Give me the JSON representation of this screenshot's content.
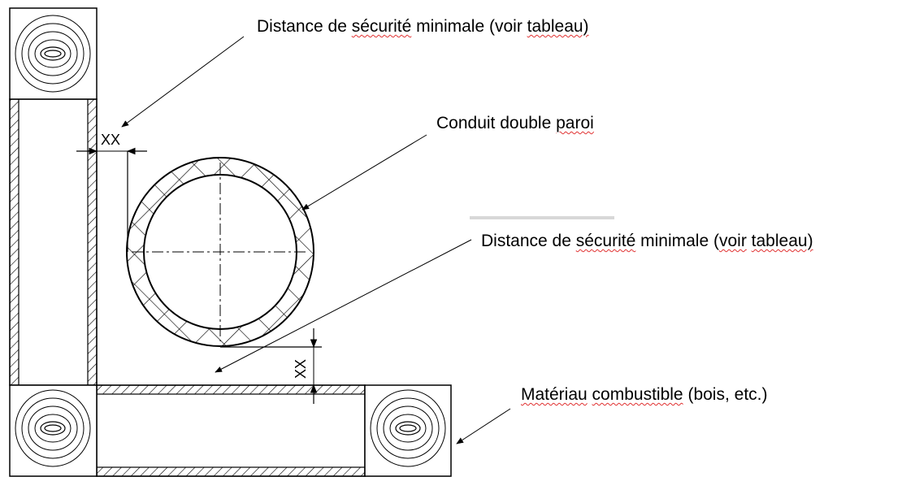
{
  "labels": {
    "distance_top": {
      "w1": "Distance de",
      "w2": "sécurité",
      "w3": "minimale (voir",
      "w4": "tableau)"
    },
    "conduit": {
      "w1": "Conduit double",
      "w2": "paroi"
    },
    "distance_right": {
      "w1": "Distance de",
      "w2": "sécurité",
      "w3": "minimale (",
      "w4": "voir",
      "w5": "tableau)"
    },
    "materiau": {
      "w1": "Matériau",
      "w2": "combustible",
      "w3": "(bois,",
      "w4": "etc.)"
    }
  },
  "dimensions": {
    "horizontal": "XX",
    "vertical": "XX"
  }
}
